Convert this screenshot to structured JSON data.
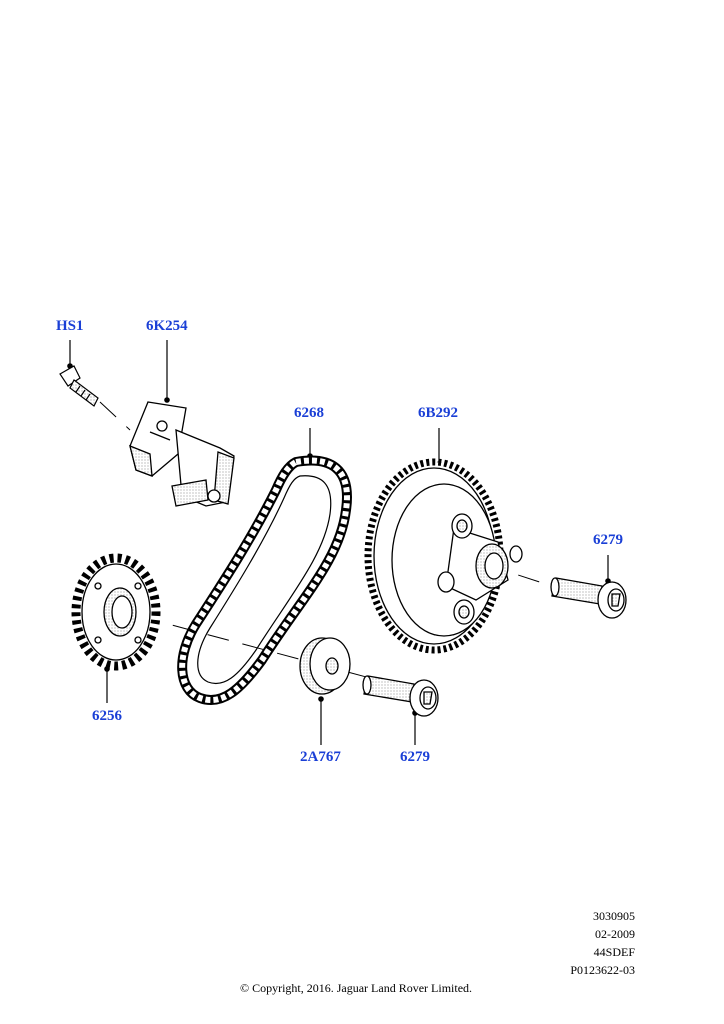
{
  "labels": {
    "hs1": "HS1",
    "tensioner": "6K254",
    "chain": "6268",
    "camshaft_sprocket": "6B292",
    "bolt_right": "6279",
    "crank_sprocket": "6256",
    "washer": "2A767",
    "bolt_bottom": "6279"
  },
  "metadata": {
    "line1": "3030905",
    "line2": "02-2009",
    "line3": "44SDEF",
    "line4": "P0123622-03"
  },
  "copyright": "© Copyright, 2016. Jaguar Land Rover Limited.",
  "colors": {
    "label": "#1a3fd6",
    "ink": "#000000",
    "part_fill": "#ffffff",
    "part_shade": "#d9d9d9"
  }
}
